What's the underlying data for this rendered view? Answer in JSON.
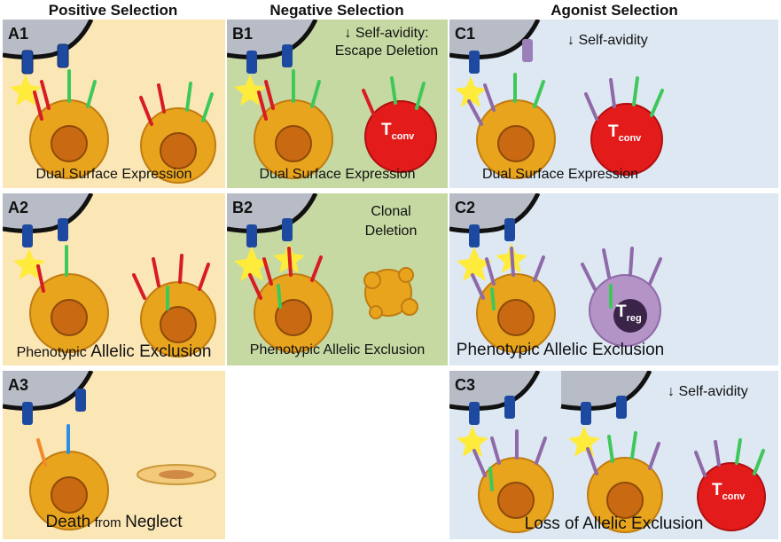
{
  "headers": {
    "positive": "Positive Selection",
    "negative": "Negative Selection",
    "agonist": "Agonist Selection"
  },
  "panels": {
    "a1": {
      "tag": "A1",
      "caption": "Dual Surface Expression"
    },
    "a2": {
      "tag": "A2",
      "caption_pre": "Phenotypic",
      "caption_post": "Allelic Exclusion"
    },
    "a3": {
      "tag": "A3",
      "caption_pre": "Death",
      "caption_mid": "from",
      "caption_post": "Neglect"
    },
    "b1": {
      "tag": "B1",
      "caption": "Dual Surface Expression",
      "note_line1": "↓ Self-avidity:",
      "note_line2": "Escape Deletion"
    },
    "b2": {
      "tag": "B2",
      "caption": "Phenotypic Allelic Exclusion",
      "note_line1": "Clonal",
      "note_line2": "Deletion"
    },
    "c1": {
      "tag": "C1",
      "caption": "Dual Surface Expression",
      "note": "↓ Self-avidity"
    },
    "c2": {
      "tag": "C2",
      "caption": "Phenotypic Allelic Exclusion"
    },
    "c3": {
      "tag": "C3",
      "caption": "Loss of Allelic Exclusion",
      "note": "↓ Self-avidity"
    }
  },
  "cell_labels": {
    "tconv_main": "T",
    "tconv_sub": "conv",
    "treg_main": "T",
    "treg_sub": "reg"
  },
  "colors": {
    "positive_bg": "#fbe6b6",
    "negative_bg": "#c6d9a2",
    "agonist_bg": "#dde8f3",
    "thymocyte": "#e9a41e",
    "tconv": "#e31b1b",
    "treg": "#b493c6",
    "tcr_red": "#d81c24",
    "tcr_green": "#3fc85a",
    "tcr_purple": "#8e6aa8",
    "mhc_blue": "#1d4aa0"
  }
}
